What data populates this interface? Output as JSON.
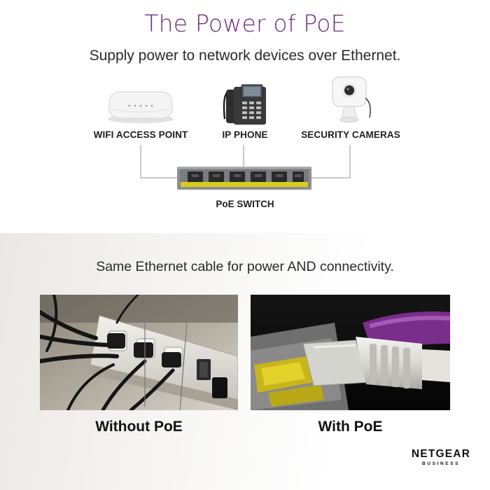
{
  "header": {
    "title": "The Power of PoE",
    "subtitle": "Supply power to network devices over Ethernet."
  },
  "devices": [
    {
      "label": "WIFI ACCESS POINT",
      "icon": "wifi-access-point-icon"
    },
    {
      "label": "IP PHONE",
      "icon": "ip-phone-icon"
    },
    {
      "label": "SECURITY CAMERAS",
      "icon": "security-camera-icon"
    }
  ],
  "switch": {
    "label": "PoE SWITCH",
    "port_color": "#d9cc1c"
  },
  "comparison": {
    "tagline": "Same Ethernet cable for power AND connectivity.",
    "left_caption": "Without PoE",
    "right_caption": "With PoE"
  },
  "brand": {
    "name": "NETGEAR",
    "sub": "BUSINESS",
    "title_color": "#6a2f7e"
  }
}
